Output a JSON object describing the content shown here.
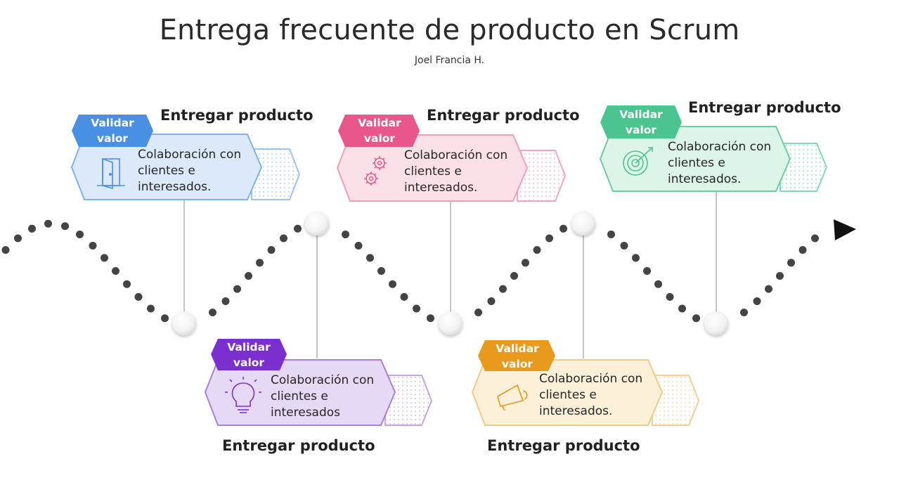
{
  "page": {
    "title": "Entrega frecuente de producto en Scrum",
    "author": "Joel Francia H."
  },
  "cards": [
    {
      "tag": "Validar valor",
      "heading": "Entregar producto",
      "text": "Colaboración con clientes e interesados.",
      "icon": "door-icon",
      "color": "#4a90e2",
      "fill": "#dce9fa",
      "border": "#7eb2ea"
    },
    {
      "tag": "Validar valor",
      "heading": "Entregar producto",
      "text": "Colaboración con clientes e interesados",
      "icon": "lightbulb-icon",
      "color": "#7b2fce",
      "fill": "#e6d9f6",
      "border": "#a880dc"
    },
    {
      "tag": "Validar valor",
      "heading": "Entregar producto",
      "text": "Colaboración con clientes e interesados.",
      "icon": "gears-icon",
      "color": "#e9578a",
      "fill": "#fbe0e8",
      "border": "#eea0b9"
    },
    {
      "tag": "Validar valor",
      "heading": "Entregar producto",
      "text": "Colaboración con clientes e interesados.",
      "icon": "megaphone-icon",
      "color": "#e89a1c",
      "fill": "#fdf0d8",
      "border": "#f1c98a"
    },
    {
      "tag": "Validar valor",
      "heading": "Entregar producto",
      "text": "Colaboración con clientes e interesados.",
      "icon": "target-icon",
      "color": "#4cc490",
      "fill": "#ddf4e9",
      "border": "#6ccda1"
    }
  ],
  "path": {
    "dot_color": "#444444",
    "arrow": "arrow-right-icon"
  }
}
